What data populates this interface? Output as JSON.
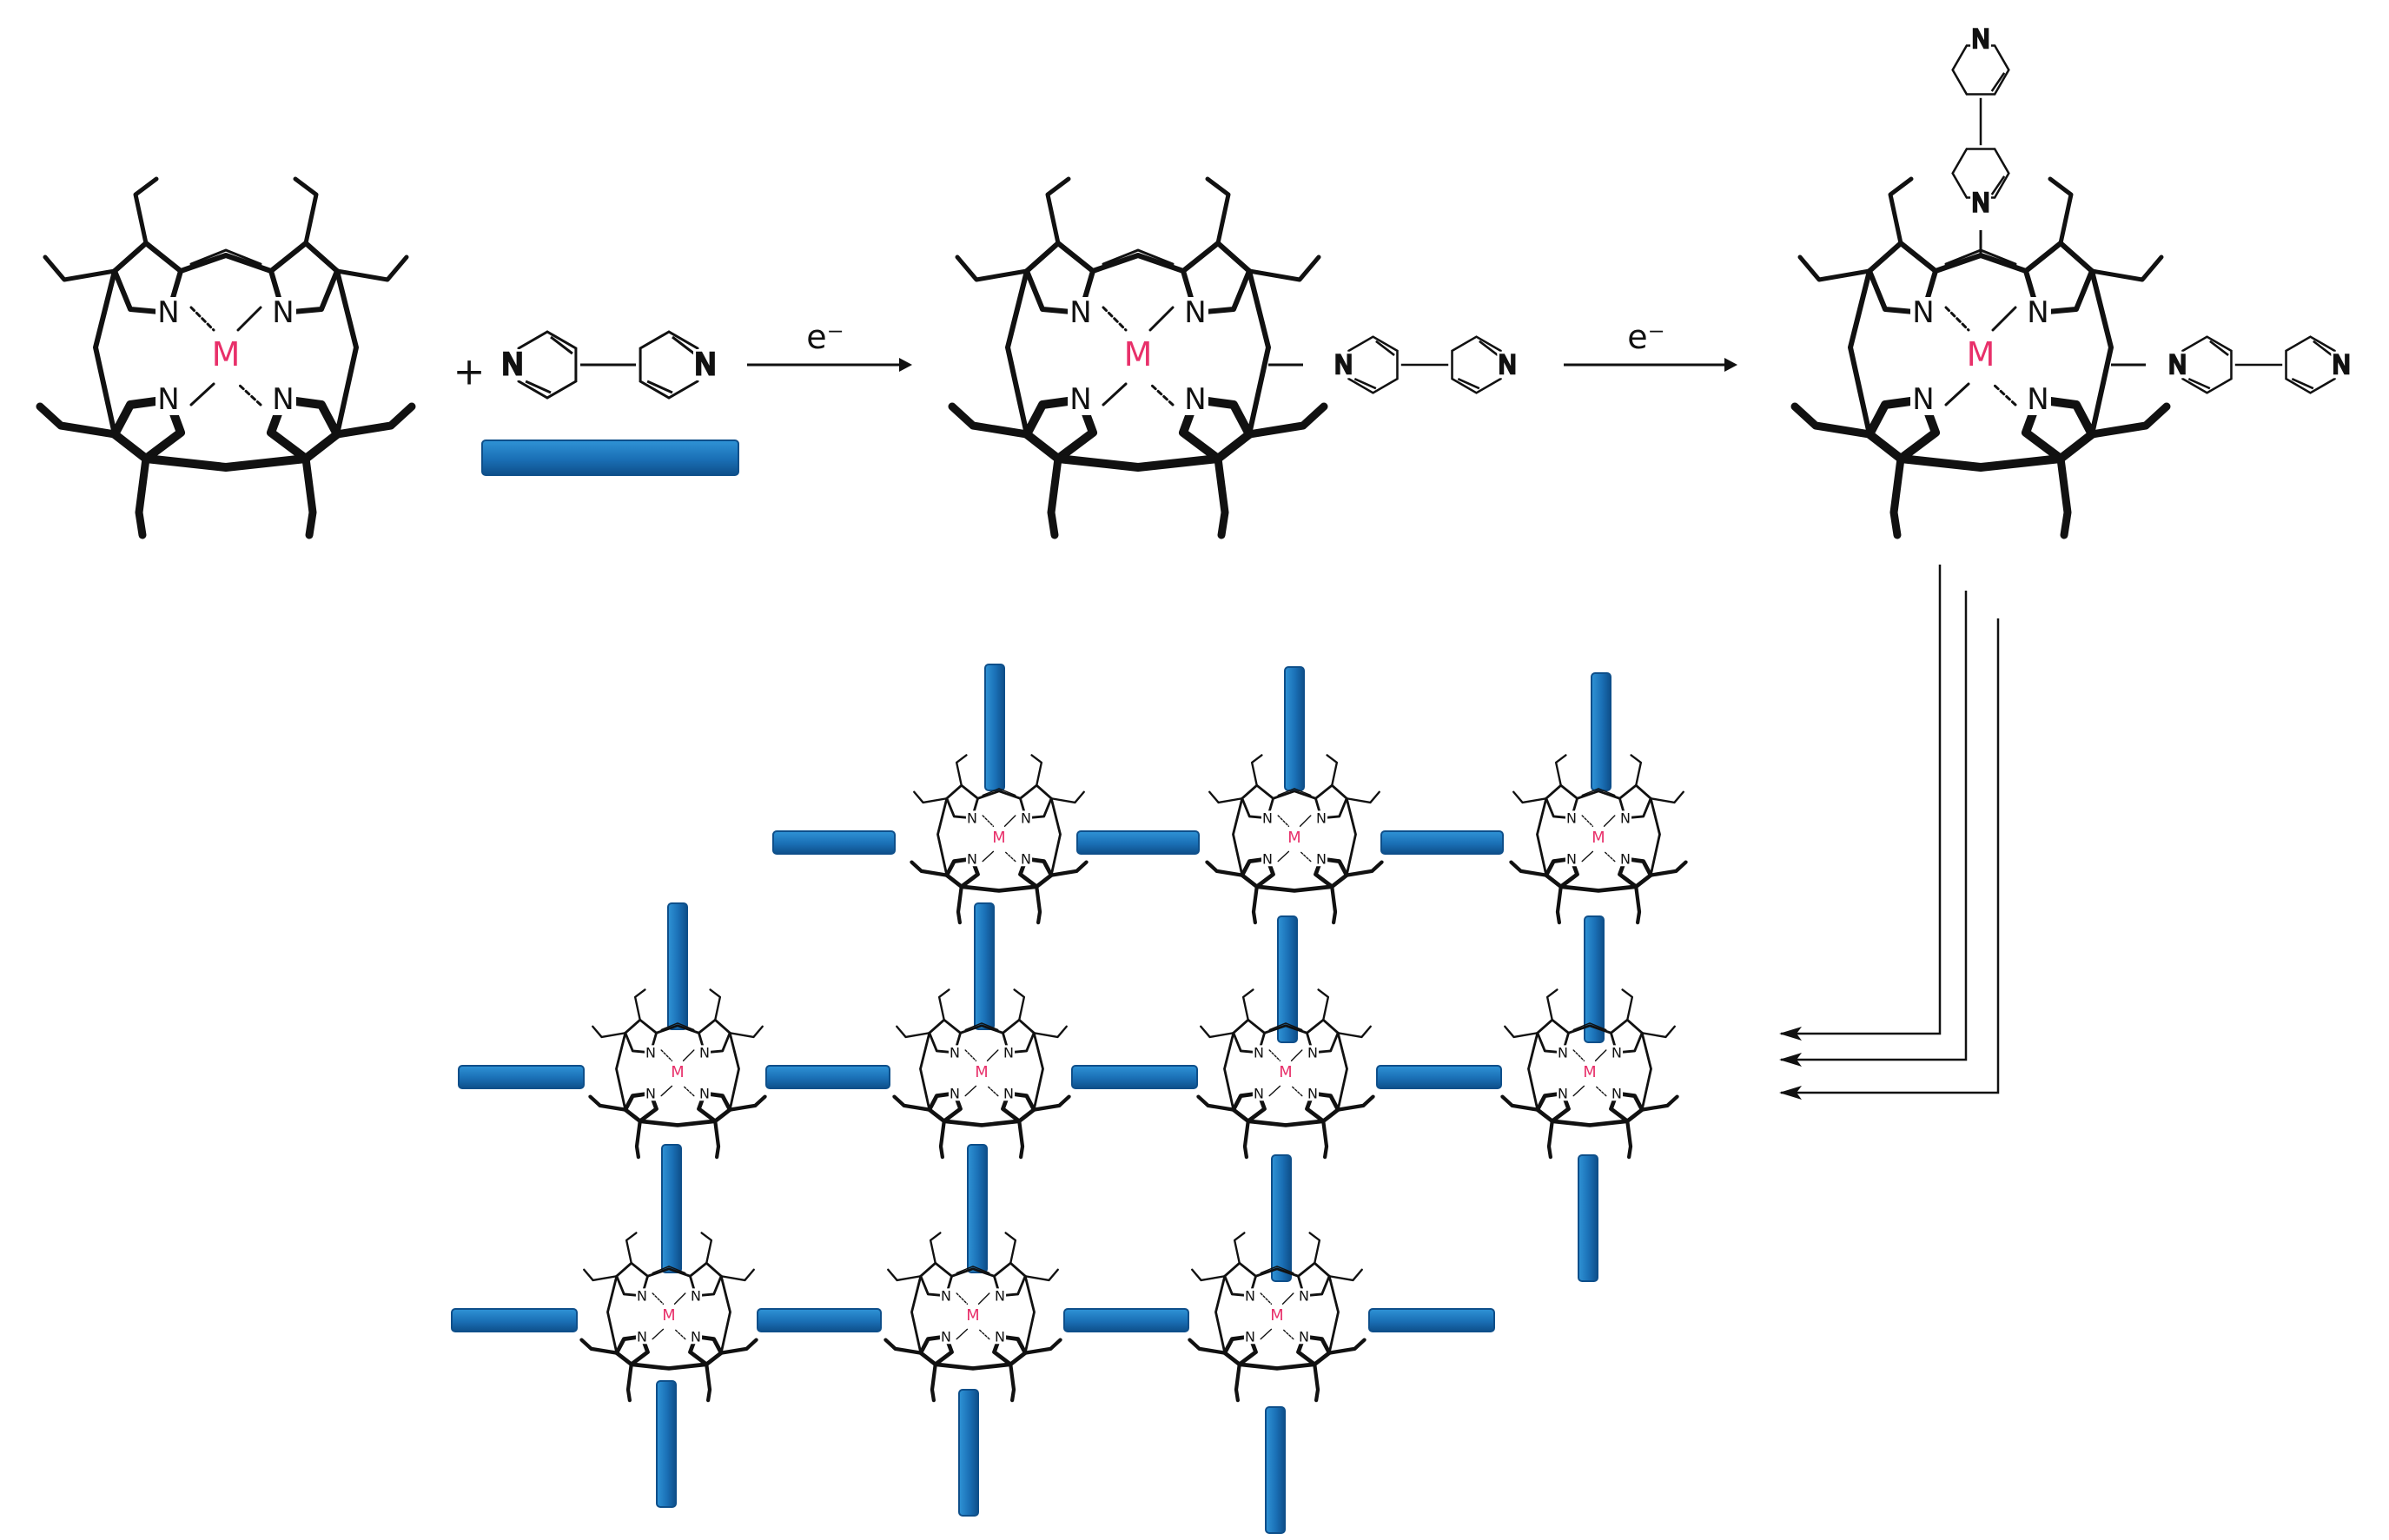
{
  "labels": {
    "nitrogen": "N",
    "metal": "M",
    "plus": "+",
    "electron": "e⁻"
  },
  "colors": {
    "metal": "#e8306a",
    "rod_light": "#2f93d6",
    "rod_mid": "#1a6fb5",
    "rod_dark": "#0e4f8a",
    "line": "#111111"
  },
  "icons": {
    "porphyrin": "octaethylporphyrin-metal-complex",
    "linker": "4,4'-bipyridine",
    "rod": "blue-rod-linker-symbol",
    "arrow": "reaction-arrow"
  }
}
